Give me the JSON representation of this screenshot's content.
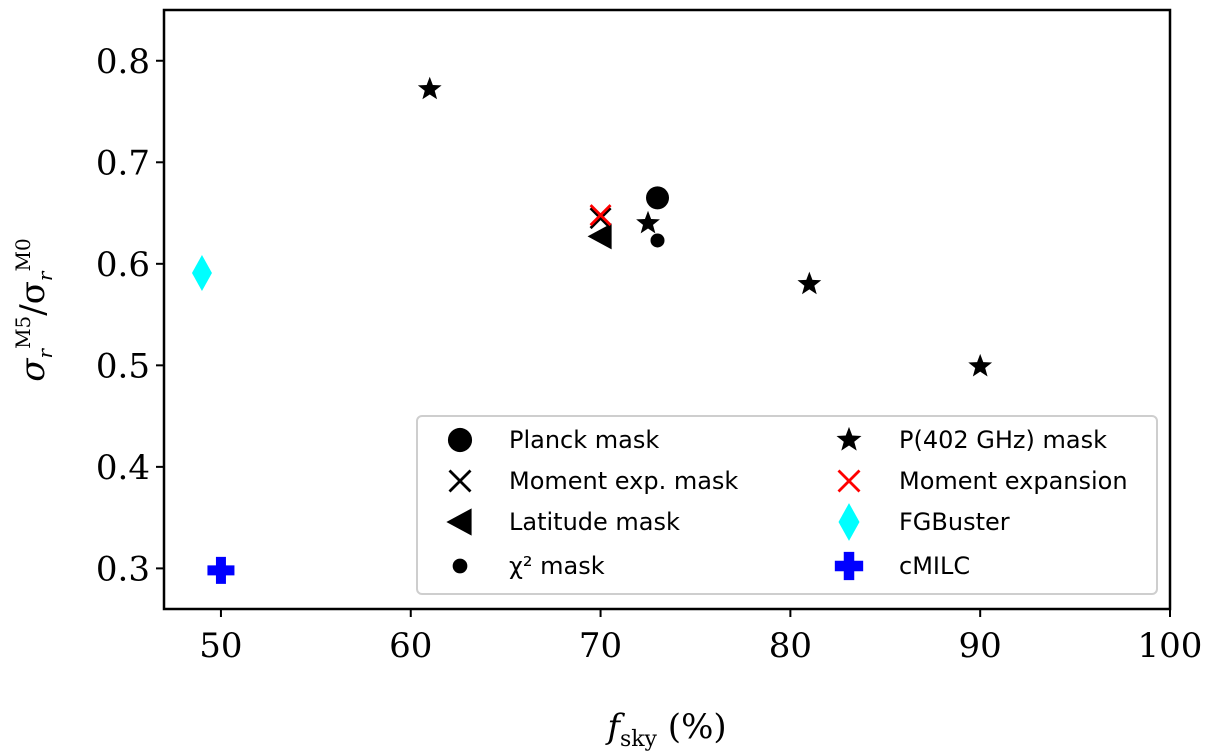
{
  "chart_data": {
    "type": "scatter",
    "xlabel": "f_sky (%)",
    "ylabel": "σ_r^M5/σ_r^M0",
    "xlim": [
      47,
      100
    ],
    "ylim": [
      0.26,
      0.85
    ],
    "xticks": [
      "50",
      "60",
      "70",
      "80",
      "90",
      "100"
    ],
    "xtick_values": [
      50,
      60,
      70,
      80,
      90,
      100
    ],
    "yticks": [
      "0.3",
      "0.4",
      "0.5",
      "0.6",
      "0.7",
      "0.8"
    ],
    "ytick_values": [
      0.3,
      0.4,
      0.5,
      0.6,
      0.7,
      0.8
    ],
    "grid": false,
    "legend_position": "lower-right",
    "series": [
      {
        "name": "Planck mask",
        "marker": "circle",
        "color": "#000000",
        "points": [
          [
            73.0,
            0.665
          ]
        ]
      },
      {
        "name": "Moment exp. mask",
        "marker": "x",
        "color": "#000000",
        "points": [
          [
            70.0,
            0.645
          ]
        ]
      },
      {
        "name": "Latitude mask",
        "marker": "triangle-left",
        "color": "#000000",
        "points": [
          [
            70.0,
            0.627
          ]
        ]
      },
      {
        "name": "χ² mask",
        "marker": "small-circle",
        "color": "#000000",
        "points": [
          [
            73.0,
            0.623
          ]
        ]
      },
      {
        "name": "P(402 GHz) mask",
        "marker": "star",
        "color": "#000000",
        "points": [
          [
            61.0,
            0.772
          ],
          [
            72.5,
            0.64
          ],
          [
            81.0,
            0.58
          ],
          [
            90.0,
            0.499
          ]
        ]
      },
      {
        "name": "Moment expansion",
        "marker": "x",
        "color": "#ff0000",
        "points": [
          [
            70.0,
            0.648
          ]
        ]
      },
      {
        "name": "FGBuster",
        "marker": "diamond",
        "color": "#00ffff",
        "points": [
          [
            49.0,
            0.591
          ]
        ]
      },
      {
        "name": "cMILC",
        "marker": "plus-filled",
        "color": "#0000ff",
        "points": [
          [
            50.0,
            0.298
          ]
        ]
      }
    ]
  }
}
